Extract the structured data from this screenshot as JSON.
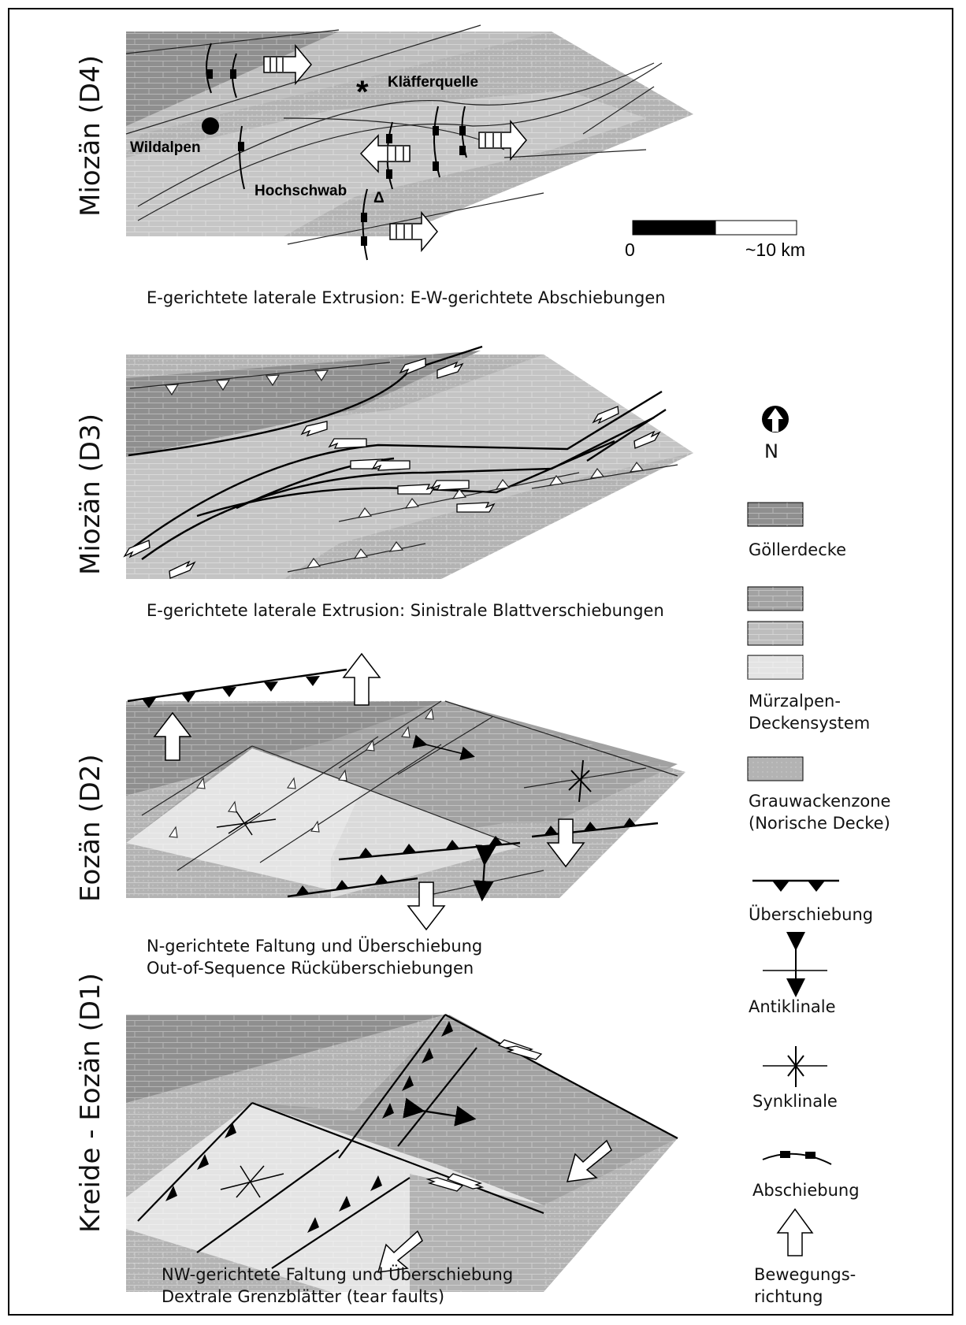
{
  "panels": [
    {
      "label": "Miozän (D4)",
      "caption_lines": [
        "E-gerichtete laterale Extrusion: E-W-gerichtete Abschiebungen"
      ]
    },
    {
      "label": "Miozän (D3)",
      "caption_lines": [
        "E-gerichtete laterale Extrusion: Sinistrale Blattverschiebungen"
      ]
    },
    {
      "label": "Eozän (D2)",
      "caption_lines": [
        "N-gerichtete Faltung und Überschiebung",
        "Out-of-Sequence Rücküberschiebungen"
      ]
    },
    {
      "label": "Kreide - Eozän (D1)",
      "caption_lines": [
        "NW-gerichtete Faltung und Überschiebung",
        "Dextrale Grenzblätter (tear faults)"
      ]
    }
  ],
  "places": {
    "klafferquelle": "Kläfferquelle",
    "wildalpen": "Wildalpen",
    "hochschwab": "Hochschwab",
    "hochschwab_symbol": "Δ",
    "spring_symbol": "*"
  },
  "scale": {
    "start": "0",
    "end": "~10 km"
  },
  "legend": {
    "north": "N",
    "goellerdecke": "Göllerdecke",
    "muerzalpen_1": "Mürzalpen-",
    "muerzalpen_2": "Deckensystem",
    "grauwacken_1": "Grauwackenzone",
    "grauwacken_2": "(Norische Decke)",
    "thrust": "Überschiebung",
    "anticline": "Antiklinale",
    "syncline": "Synklinale",
    "normal_fault": "Abschiebung",
    "movement_1": "Bewegungs-",
    "movement_2": "richtung"
  },
  "colors": {
    "goeller": "#8f8f8f",
    "muerz_dark": "#a2a2a2",
    "muerz_mid": "#bdbdbd",
    "muerz_light": "#e4e4e4",
    "grauwacke": "#b3b3b3"
  }
}
